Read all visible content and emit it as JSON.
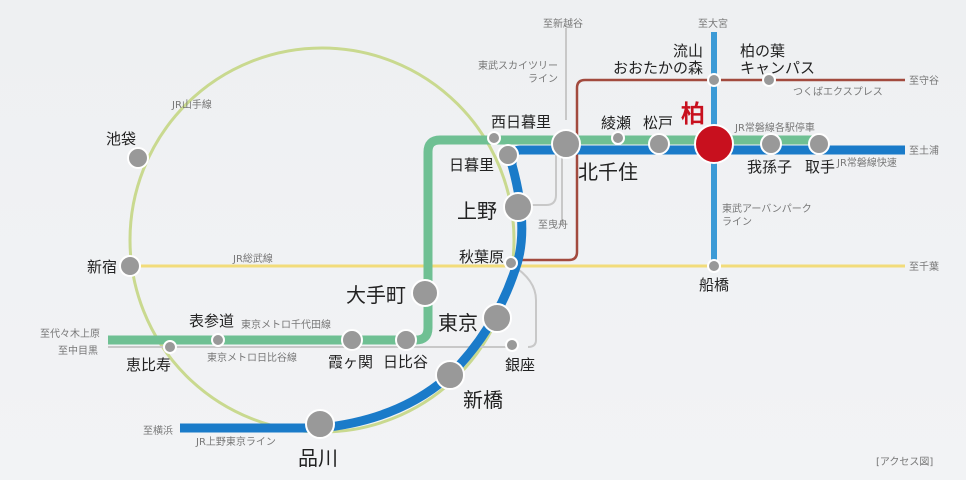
{
  "lines": {
    "yamanote": {
      "label": "JR山手線",
      "color": "#c9d98f"
    },
    "sobu": {
      "label": "JR総武線",
      "color": "#f2dc7a"
    },
    "joban_local": {
      "label": "JR常磐線各駅停車",
      "color": "#5cb887"
    },
    "joban_rapid": {
      "label": "JR常磐線快速",
      "color": "#1a7bc9"
    },
    "ueno_tokyo": {
      "label": "JR上野東京ライン",
      "color": "#1a7bc9"
    },
    "chiyoda": {
      "label": "東京メトロ千代田線",
      "color": "#6fc093"
    },
    "hibiya": {
      "label": "東京メトロ日比谷線",
      "color": "#c8c8c8"
    },
    "skytree": {
      "label": "東武スカイツリーライン",
      "label_line1": "東武スカイツリー",
      "label_line2": "ライン",
      "color": "#c8c8c8"
    },
    "tsukuba": {
      "label": "つくばエクスプレス",
      "color": "#a24a3e"
    },
    "urban_park": {
      "label_line1": "東武アーバンパーク",
      "label_line2": "ライン",
      "color": "#3b9ad6"
    }
  },
  "directions": {
    "shinkoshigaya": "至新越谷",
    "omiya": "至大宮",
    "moriya": "至守谷",
    "tsuchiura": "至土浦",
    "chiba": "至千葉",
    "hikifune": "至曳舟",
    "yoyogi_uehara": "至代々木上原",
    "naka_meguro": "至中目黒",
    "yokohama": "至横浜"
  },
  "stations": {
    "kashiwa": "柏",
    "kitasenju": "北千住",
    "nishinippori": "西日暮里",
    "nippori": "日暮里",
    "ayase": "綾瀬",
    "matsudo": "松戸",
    "abiko": "我孫子",
    "toride": "取手",
    "nagareyama_1": "流山",
    "nagareyama_2": "おおたかの森",
    "kashiwanoha_1": "柏の葉",
    "kashiwanoha_2": "キャンパス",
    "ueno": "上野",
    "akihabara": "秋葉原",
    "otemachi": "大手町",
    "tokyo": "東京",
    "ginza": "銀座",
    "shimbashi": "新橋",
    "shinagawa": "品川",
    "hibiya": "日比谷",
    "kasumigaseki": "霞ヶ関",
    "omotesando": "表参道",
    "ebisu": "恵比寿",
    "shinjuku": "新宿",
    "ikebukuro": "池袋",
    "funabashi": "船橋"
  },
  "colors": {
    "highlight": "#c8101e",
    "station": "#999999"
  },
  "caption": "[アクセス図]"
}
